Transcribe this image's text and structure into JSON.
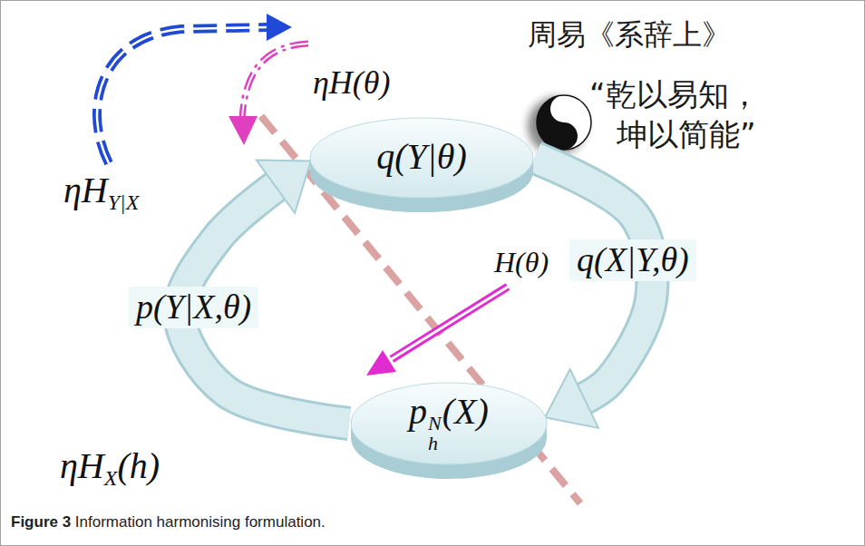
{
  "diagram": {
    "caption": "Figure 3 Information harmonising formulation.",
    "nodes": [
      {
        "text": [
          "q(Y|θ)"
        ]
      },
      {
        "text": [
          "phN(X)"
        ]
      }
    ],
    "edges": [
      {
        "from": 1,
        "to": 0,
        "arrow": "to",
        "label": "p(Y|X,θ)"
      },
      {
        "from": 0,
        "to": 1,
        "arrow": "to",
        "label": "q(X|Y,θ)"
      }
    ],
    "labels": [
      "ηHY|X",
      "ηH(θ)",
      "H(θ)",
      "ηHX(h)",
      "周易《系辞上》",
      "“乾以易知， 坤以简能”"
    ]
  }
}
